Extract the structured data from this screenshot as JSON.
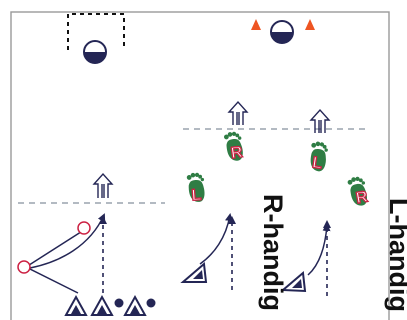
{
  "drill": {
    "groups": [
      {
        "id": "right-handed",
        "label": "R-handig"
      },
      {
        "id": "left-handed",
        "label": "L-handig"
      }
    ],
    "footprint_markers": [
      "R",
      "L",
      "L",
      "R"
    ]
  },
  "colors": {
    "navy": "#242655",
    "field_border": "#9a9a9a",
    "dashed_line": "#9aa4ad",
    "foot_green": "#2f7d44",
    "marker_red": "#cc2244",
    "cone_orange": "#ee5522",
    "text": "#111111"
  },
  "icons": {
    "goal": "goal-icon",
    "goalkeeper": "goalkeeper-icon",
    "player": "player-triangle-icon",
    "ball": "ball-dot-icon",
    "cone": "cone-icon",
    "footprint": "footprint-icon",
    "direction": "double-arrow-up-icon",
    "target": "pass-target-circle-icon"
  }
}
